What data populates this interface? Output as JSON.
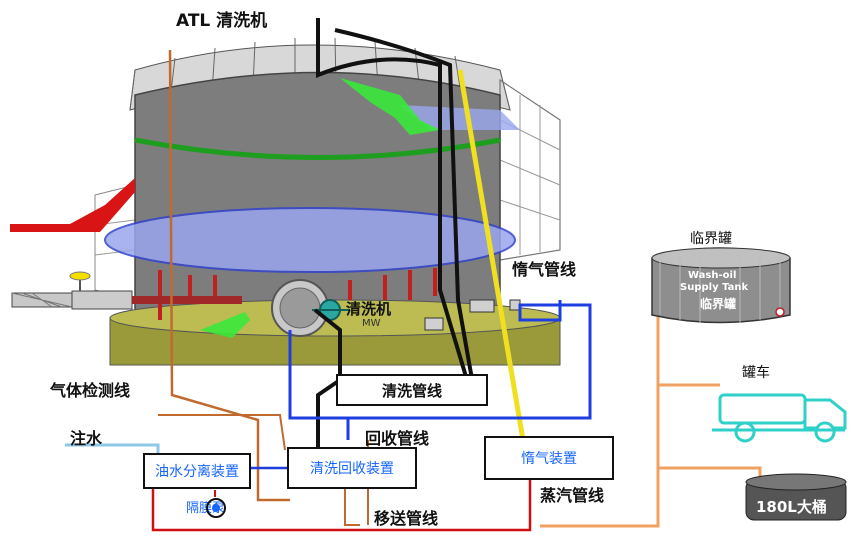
{
  "labels": {
    "title": "ATL 清洗机",
    "inert_gas_line": "惰气管线",
    "critical_tank": "临界罐",
    "tank_text_1": "Wash-oil",
    "tank_text_2": "Supply Tank",
    "tank_text_3": "临界罐",
    "cleaning_machine_inner": "清洗机",
    "cleaning_machine_code": "MW",
    "gas_detect_line": "气体检测线",
    "water_inject": "注水",
    "tank_truck": "罐车",
    "recovery_line": "回收管线",
    "steam_line": "蒸汽管线",
    "transfer_line": "移送管线",
    "barrel": "180L大桶"
  },
  "boxes": {
    "oil_water_separator": "油水分离装置",
    "cleaning_recovery": "清洗回收装置",
    "inert_gas_device": "惰气装置",
    "cleaning_line": "清洗管线",
    "diaphragm_pump": "隔膜泵"
  },
  "colors": {
    "tank_body": "#7d7d7d",
    "tank_base": "#9a9a3a",
    "green_pipe": "#1e9e1e",
    "black_pipe": "#111111",
    "yellow_pipe": "#f0e020",
    "blue_pipe": "#1f3ee0",
    "orange_pipe": "#f0a060",
    "red_pipe": "#d01010",
    "brown_pipe": "#c06a30",
    "light_blue": "#8ec8e8",
    "box_text": "#1565ff"
  }
}
